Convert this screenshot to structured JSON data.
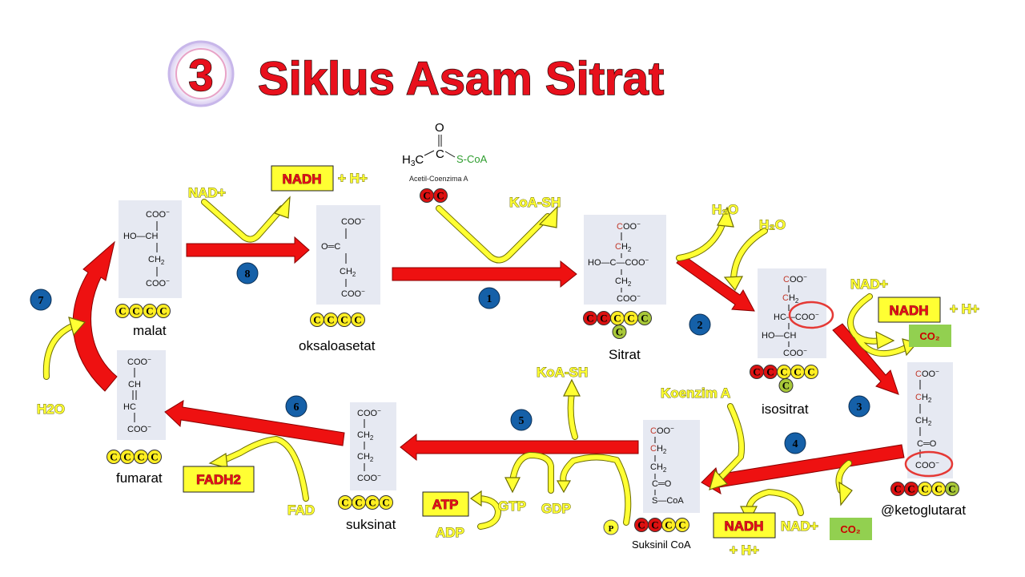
{
  "title": {
    "number": "3",
    "text": "Siklus Asam Sitrat"
  },
  "molecules": {
    "malat": "malat",
    "oksaloasetat": "oksaloasetat",
    "sitrat": "Sitrat",
    "isositrat": "isositrat",
    "ketoglutarat": "@ketoglutarat",
    "suksinil_coa": "Suksinil CoA",
    "suksinat": "suksinat",
    "fumarat": "fumarat",
    "acetyl_coa": "Acetil-Coenzima A"
  },
  "cofactors": {
    "nad_plus": "NAD+",
    "nadh": "NADH",
    "h_plus": "+ H+",
    "koa_sh": "KoA-SH",
    "h2o_sub": "H₂O",
    "h2o": "H2O",
    "co2": "CO₂",
    "koenzim_a": "Koenzim A",
    "gtp": "GTP",
    "gdp": "GDP",
    "atp": "ATP",
    "adp": "ADP",
    "p": "P",
    "fad": "FAD",
    "fadh2": "FADH2"
  },
  "steps": [
    "1",
    "2",
    "3",
    "4",
    "5",
    "6",
    "7",
    "8"
  ],
  "carbon_label": "C",
  "colors": {
    "arrow_red": "#ee1111",
    "arrow_yellow": "#ffff33",
    "carbon_yellow": "#ffee22",
    "carbon_red": "#dd1111",
    "carbon_green": "#a8c838",
    "step_blue": "#1560a8",
    "co2_green": "#92d050",
    "molecule_bg": "#e6e9f2"
  }
}
